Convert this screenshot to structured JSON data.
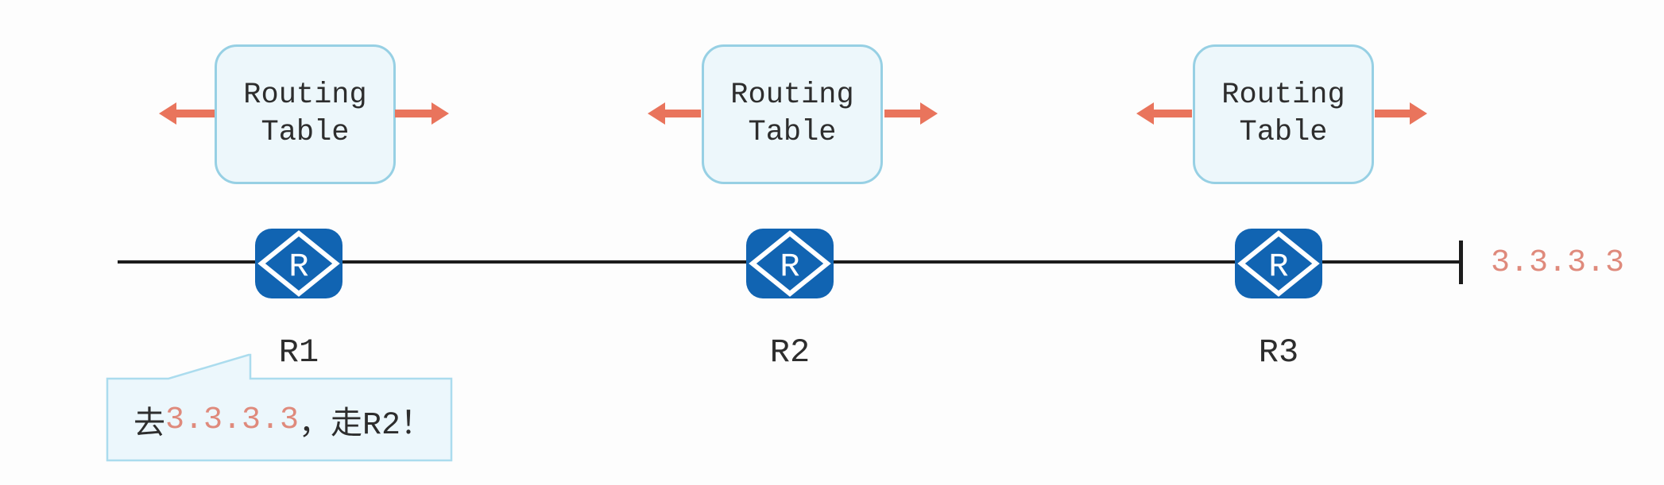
{
  "diagram": {
    "routing_table": {
      "line1": "Routing",
      "line2": "Table"
    },
    "routers": [
      {
        "label": "R1"
      },
      {
        "label": "R2"
      },
      {
        "label": "R3"
      }
    ],
    "router_icon_letter": "R",
    "destination_label": "3.3.3.3",
    "callout": {
      "prefix": "去",
      "ip": "3.3.3.3",
      "suffix": "，走R2！"
    },
    "colors": {
      "arrow": "#e9745c",
      "router_blue": "#1164b2",
      "box_border": "#97d0e4",
      "box_fill": "#edf7fb",
      "accent_text": "#df8a7c",
      "line": "#1c1c1c",
      "text": "#2d2d2d",
      "bubble_border": "#abdcee",
      "bubble_fill": "#ecf7fc"
    }
  }
}
